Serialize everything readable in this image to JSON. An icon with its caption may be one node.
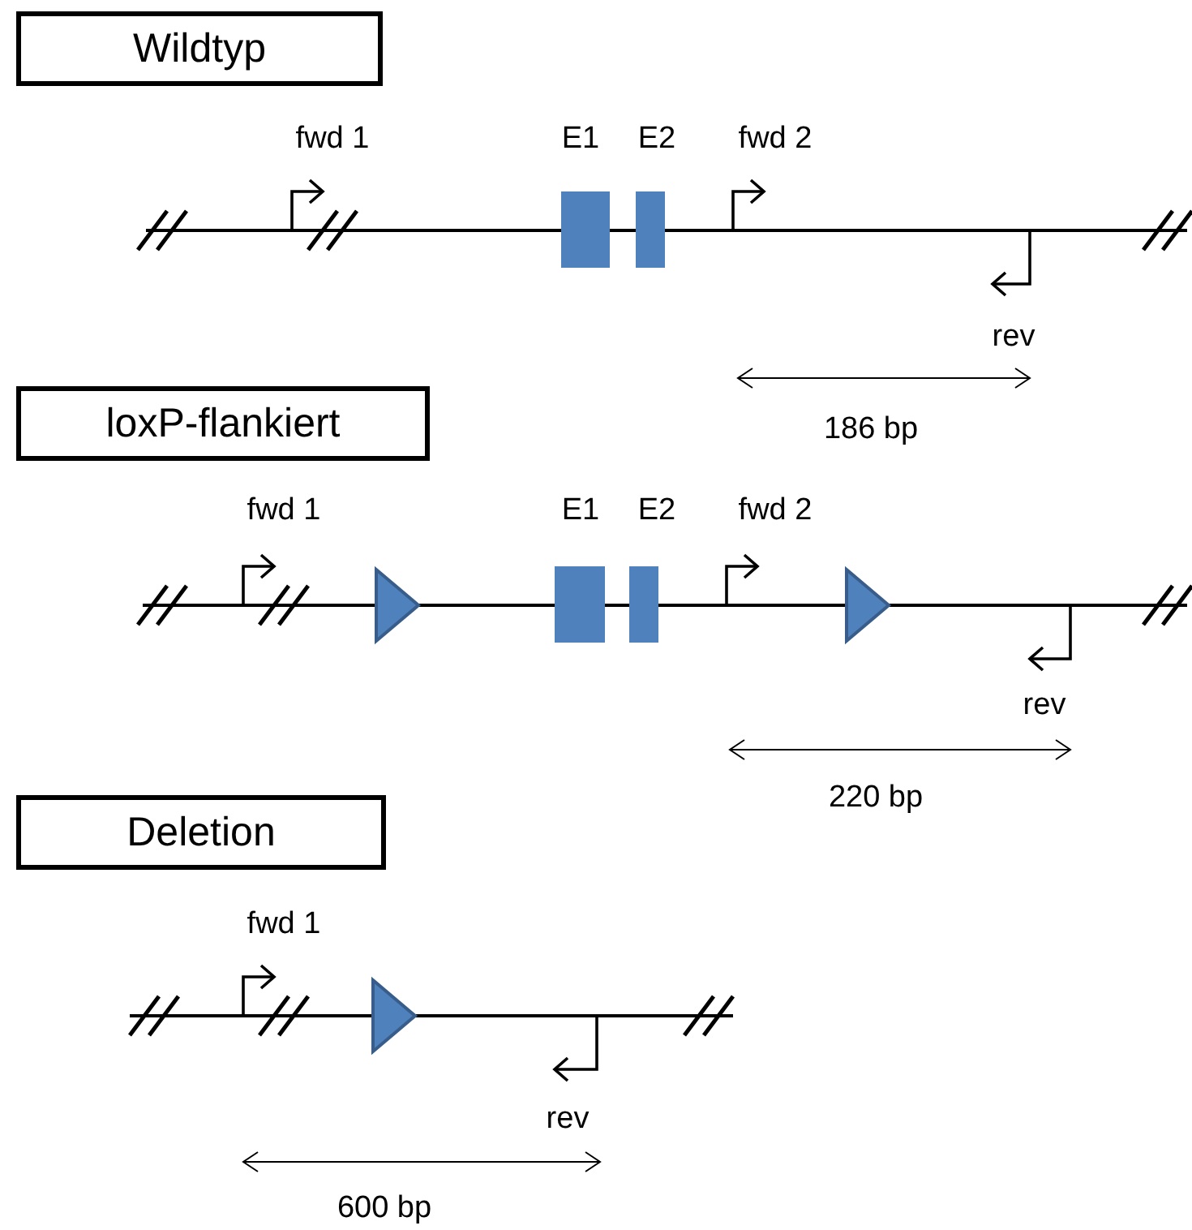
{
  "diagram": {
    "nodes": [
      {
        "text": [
          "Wildtyp"
        ]
      },
      {
        "text": [
          "loxP-flankiert"
        ]
      },
      {
        "text": [
          "Deletion"
        ]
      }
    ],
    "labels": [
      "fwd 1",
      "E1",
      "E2",
      "fwd 2",
      "rev",
      "186 bp",
      "fwd 1",
      "E1",
      "E2",
      "fwd 2",
      "rev",
      "220 bp",
      "fwd 1",
      "rev",
      "600 bp"
    ]
  }
}
